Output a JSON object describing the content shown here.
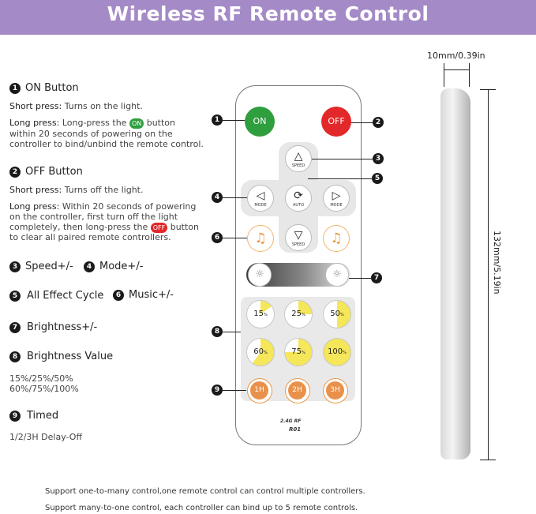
{
  "header": {
    "title": "Wireless RF Remote Control"
  },
  "features": {
    "on": {
      "num": "1",
      "title": "ON Button",
      "short_label": "Short press:",
      "short_text": " Turns on the light.",
      "long_label": "Long press:",
      "long_text_a": " Long-press the ",
      "pill": "ON",
      "long_text_b": " button",
      "long_line2": "within 20 seconds of powering on the",
      "long_line3": "controller to bind/unbind the remote control."
    },
    "off": {
      "num": "2",
      "title": "OFF Button",
      "short_label": "Short press:",
      "short_text": " Turns off the light.",
      "long_label": "Long press:",
      "long_text_a": " Within 20 seconds of powering",
      "long_line2": "on the controller, first turn off the light",
      "long_line3_a": "completely, then long-press the ",
      "pill": "OFF",
      "long_line3_b": " button",
      "long_line4": "to clear all paired remote controllers."
    },
    "speed": {
      "num": "3",
      "title": "Speed+/-"
    },
    "mode": {
      "num": "4",
      "title": "Mode+/-"
    },
    "cycle": {
      "num": "5",
      "title": "All Effect Cycle"
    },
    "music": {
      "num": "6",
      "title": "Music+/-"
    },
    "brightness": {
      "num": "7",
      "title": "Brightness+/-"
    },
    "value": {
      "num": "8",
      "title": "Brightness Value",
      "line1": "15%/25%/50%",
      "line2": "60%/75%/100%"
    },
    "timed": {
      "num": "9",
      "title": "Timed",
      "line1": "1/2/3H Delay-Off"
    }
  },
  "remote": {
    "on_label": "ON",
    "off_label": "OFF",
    "speed_up": {
      "icon": "triangle-up-icon",
      "label": "SPEED"
    },
    "mode_left": {
      "icon": "triangle-left-icon",
      "label": "MODE"
    },
    "auto": {
      "icon": "auto-cycle-icon",
      "label": "AUTO"
    },
    "mode_right": {
      "icon": "triangle-right-icon",
      "label": "MODE"
    },
    "speed_down": {
      "icon": "triangle-down-icon",
      "label": "SPEED"
    },
    "music_icon": "music-note-icon",
    "brightness": [
      {
        "value": "15",
        "unit": "%",
        "fill": 0.15
      },
      {
        "value": "25",
        "unit": "%",
        "fill": 0.25
      },
      {
        "value": "50",
        "unit": "%",
        "fill": 0.5
      },
      {
        "value": "60",
        "unit": "%",
        "fill": 0.6
      },
      {
        "value": "75",
        "unit": "%",
        "fill": 0.75
      },
      {
        "value": "100",
        "unit": "%",
        "fill": 1.0
      }
    ],
    "timers": [
      "1H",
      "2H",
      "3H"
    ],
    "brand_line1": "2.4G RF",
    "brand_line2": "R01",
    "colors": {
      "on": "#2f9e3e",
      "off": "#e2282a",
      "bright_fill": "#f5e65a",
      "timer": "#e9914a"
    }
  },
  "dimensions": {
    "thickness": "10mm/0.39in",
    "length": "132mm/5.19in"
  },
  "footer": {
    "line1": "Support one-to-many control,one remote control can control multiple controllers.",
    "line2": "Support many-to-one control, each controller can bind up to 5 remote controls."
  },
  "callouts": [
    "1",
    "2",
    "3",
    "4",
    "5",
    "6",
    "7",
    "8",
    "9"
  ]
}
